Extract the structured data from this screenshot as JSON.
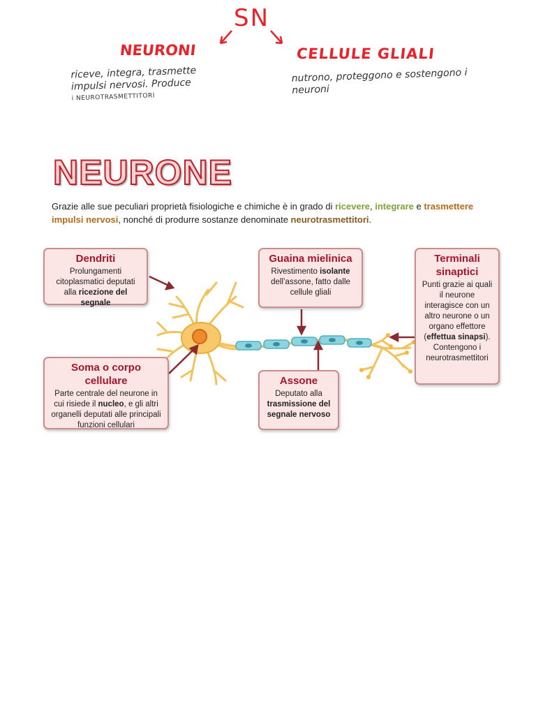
{
  "notes": {
    "sn": "SN",
    "neuroni_title": "NEURONI",
    "neuroni_line1": "riceve, integra, trasmette",
    "neuroni_line2": "impulsi nervosi. Produce",
    "neuroni_line3": "i NEUROTRASMETTITORI",
    "gliali_title": "CELLULE GLIALI",
    "gliali_line1": "nutrono, proteggono e sostengono i",
    "gliali_line2": "neuroni"
  },
  "slide": {
    "title": "NEURONE",
    "intro": {
      "p1": "Grazie alle sue peculiari proprietà fisiologiche e chimiche è in grado di ",
      "k1": "ricevere",
      "p2": ", ",
      "k2": "integrare",
      "p3": " e ",
      "k3": "trasmettere impulsi nervosi",
      "p4": ", nonché di produrre sostanze denominate ",
      "k4": "neurotrasmettitori",
      "p5": "."
    },
    "dendriti": {
      "title": "Dendriti",
      "text1": "Prolungamenti citoplasmatici deputati alla ",
      "bold1": "ricezione del segnale"
    },
    "guaina": {
      "title": "Guaina mielinica",
      "text1": "Rivestimento ",
      "bold1": "isolante",
      "text2": " dell’assone, fatto dalle cellule gliali"
    },
    "terminali": {
      "title": "Terminali sinaptici",
      "text1": "Punti grazie ai quali il neurone interagisce con un altro neurone o un organo effettore (",
      "bold1": "effettua sinapsi",
      "text2": "). Contengono i neurotrasmettitori"
    },
    "soma": {
      "title": "Soma o corpo cellulare",
      "text1": "Parte centrale del neurone in cui risiede il ",
      "bold1": "nucleo",
      "text2": ", e gli altri organelli deputati alle principali funzioni cellulari"
    },
    "assone": {
      "title": "Assone",
      "text1": "Deputato alla ",
      "bold1": "trasmissione del segnale nervoso"
    }
  },
  "colors": {
    "handwriting_red": "#e8232a",
    "title_red": "#c0202a",
    "box_fill": "#fbe5e5",
    "box_title": "#a4162b",
    "neuron_body": "#f7c96b",
    "myelin": "#8fd3de"
  }
}
